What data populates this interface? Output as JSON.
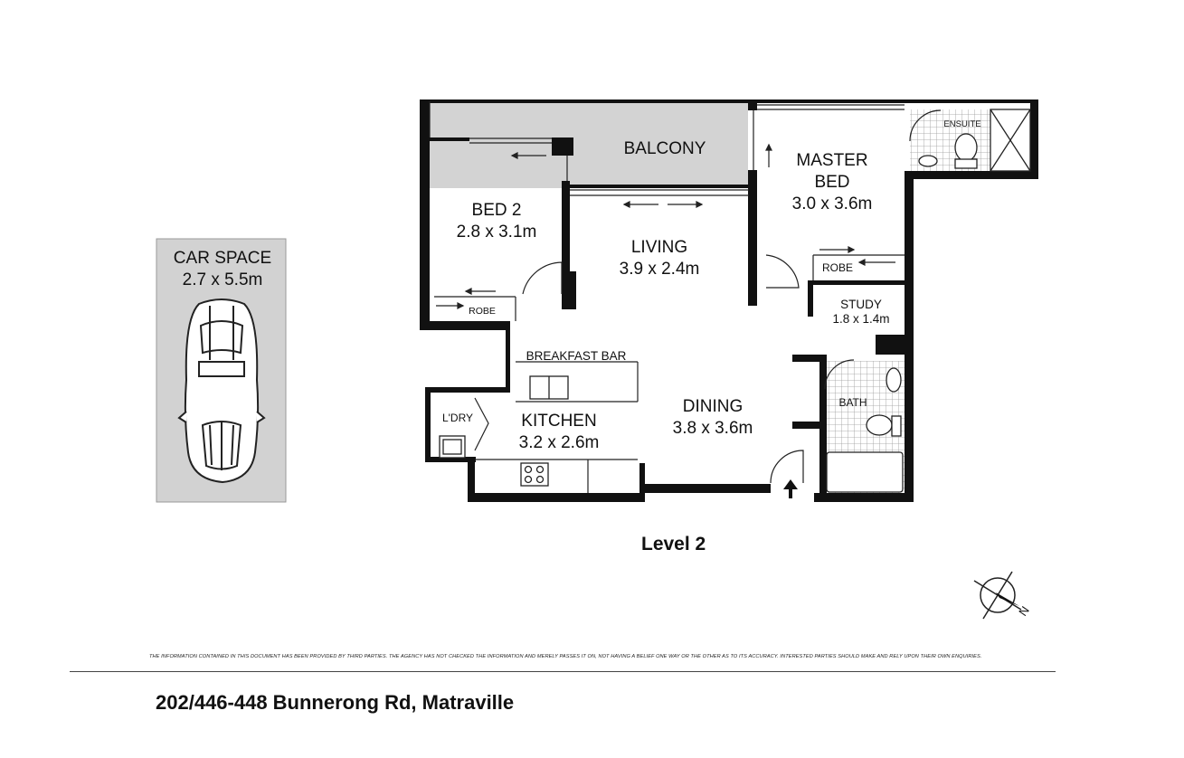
{
  "rooms": {
    "balcony": {
      "name": "BALCONY"
    },
    "master_bed": {
      "name_line1": "MASTER",
      "name_line2": "BED",
      "size": "3.0 x 3.6m"
    },
    "ensuite": {
      "name": "ENSUITE"
    },
    "bed2": {
      "name": "BED 2",
      "size": "2.8 x 3.1m"
    },
    "living": {
      "name": "LIVING",
      "size": "3.9 x 2.4m"
    },
    "robe_bed2": {
      "name": "ROBE"
    },
    "robe_master": {
      "name": "ROBE"
    },
    "study": {
      "name": "STUDY",
      "size": "1.8 x 1.4m"
    },
    "breakfast_bar": {
      "name": "BREAKFAST BAR"
    },
    "laundry": {
      "name": "L'DRY"
    },
    "kitchen": {
      "name": "KITCHEN",
      "size": "3.2 x 2.6m"
    },
    "dining": {
      "name": "DINING",
      "size": "3.8 x 3.6m"
    },
    "bath": {
      "name": "BATH"
    }
  },
  "car_space": {
    "name": "CAR SPACE",
    "size": "2.7 x 5.5m"
  },
  "level_label": "Level 2",
  "compass": {
    "label": "N"
  },
  "disclaimer": "THE INFORMATION CONTAINED IN THIS DOCUMENT HAS BEEN PROVIDED BY THIRD PARTIES. THE AGENCY HAS NOT CHECKED THE INFORMATION AND MERELY PASSES IT ON, NOT HAVING A BELIEF ONE WAY OR THE OTHER AS TO ITS ACCURACY. INTERESTED PARTIES SHOULD MAKE AND RELY UPON THEIR OWN ENQUIRIES.",
  "address": "202/446-448 Bunnerong Rd, Matraville",
  "colors": {
    "wall": "#111111",
    "car_space_fill": "#d2d2d2",
    "balcony_fill": "#d3d3d3",
    "tile": "#8a8a8a"
  }
}
